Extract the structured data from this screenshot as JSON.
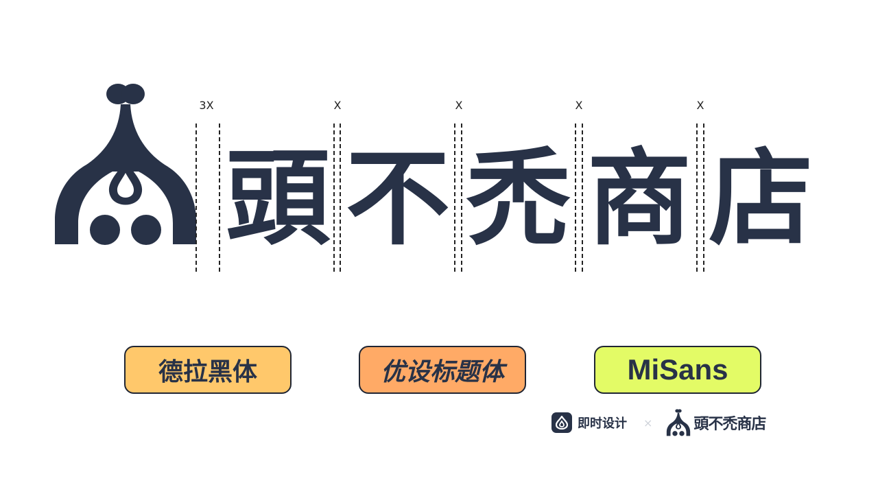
{
  "logo": {
    "wordmark_chars": [
      "頭",
      "不",
      "禿",
      "商",
      "店"
    ],
    "color": "#283247"
  },
  "guides": {
    "labels": [
      "3X",
      "X",
      "X",
      "X",
      "X"
    ],
    "color": "#222222"
  },
  "fonts": [
    {
      "label": "德拉黑体",
      "bg": "#FFC86B"
    },
    {
      "label": "优设标题体",
      "bg": "#FFAA66"
    },
    {
      "label": "MiSans",
      "bg": "#E3FB66"
    }
  ],
  "footer": {
    "brand_name": "即时设计",
    "separator": "×",
    "partner_name": "頭不禿商店"
  }
}
